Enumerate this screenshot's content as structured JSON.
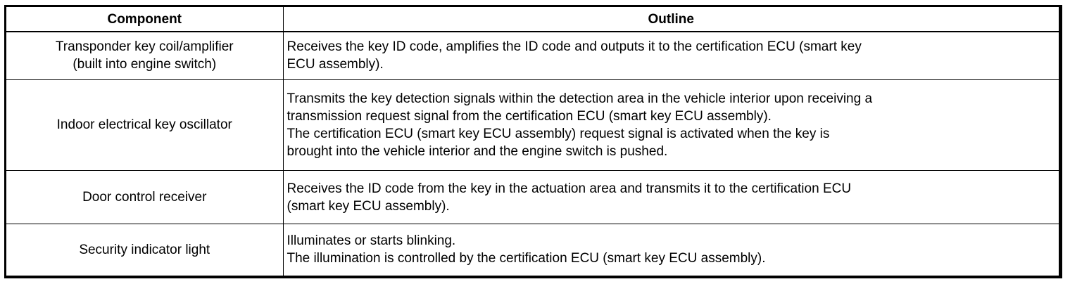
{
  "table": {
    "headers": {
      "component": "Component",
      "outline": "Outline"
    },
    "rows": [
      {
        "component": [
          "Transponder key coil/amplifier",
          "(built into engine switch)"
        ],
        "outline": [
          "Receives the key ID code, amplifies the ID code and outputs it to the certification ECU (smart key",
          "ECU assembly)."
        ]
      },
      {
        "component": [
          "Indoor electrical key oscillator"
        ],
        "outline": [
          "Transmits the key detection signals within the detection area in the vehicle interior upon receiving a",
          "transmission request signal from the certification ECU (smart key ECU assembly).",
          "The certification ECU (smart key ECU assembly) request signal is activated when the key is",
          "brought into the vehicle interior and the engine switch is pushed."
        ]
      },
      {
        "component": [
          "Door control receiver"
        ],
        "outline": [
          "Receives the ID code from the key in the actuation area and transmits it to the certification ECU",
          "(smart key ECU assembly)."
        ]
      },
      {
        "component": [
          "Security indicator light"
        ],
        "outline": [
          "Illuminates or starts blinking.",
          "The illumination is controlled by the certification ECU (smart key ECU assembly)."
        ]
      }
    ]
  }
}
